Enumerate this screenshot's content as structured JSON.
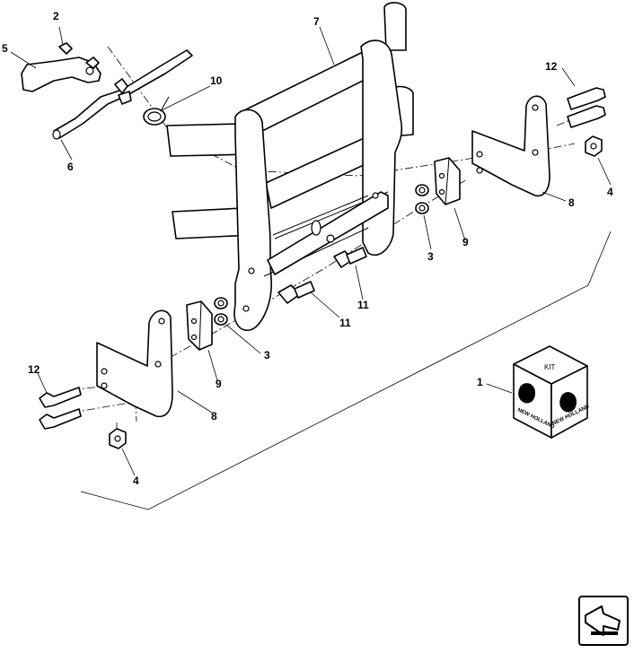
{
  "callouts": {
    "c1": "1",
    "c2": "2",
    "c3a": "3",
    "c3b": "3",
    "c4a": "4",
    "c4b": "4",
    "c5": "5",
    "c6": "6",
    "c7": "7",
    "c8a": "8",
    "c8b": "8",
    "c9a": "9",
    "c9b": "9",
    "c10": "10",
    "c11a": "11",
    "c11b": "11",
    "c12a": "12",
    "c12b": "12"
  },
  "kit": {
    "label": "KIT",
    "brand_left": "NEW HOLLAND",
    "brand_right": "NEW HOLLAND"
  },
  "nav": {
    "icon": "next-page-arrow-icon"
  },
  "colors": {
    "ink": "#000000",
    "paper": "#ffffff"
  }
}
